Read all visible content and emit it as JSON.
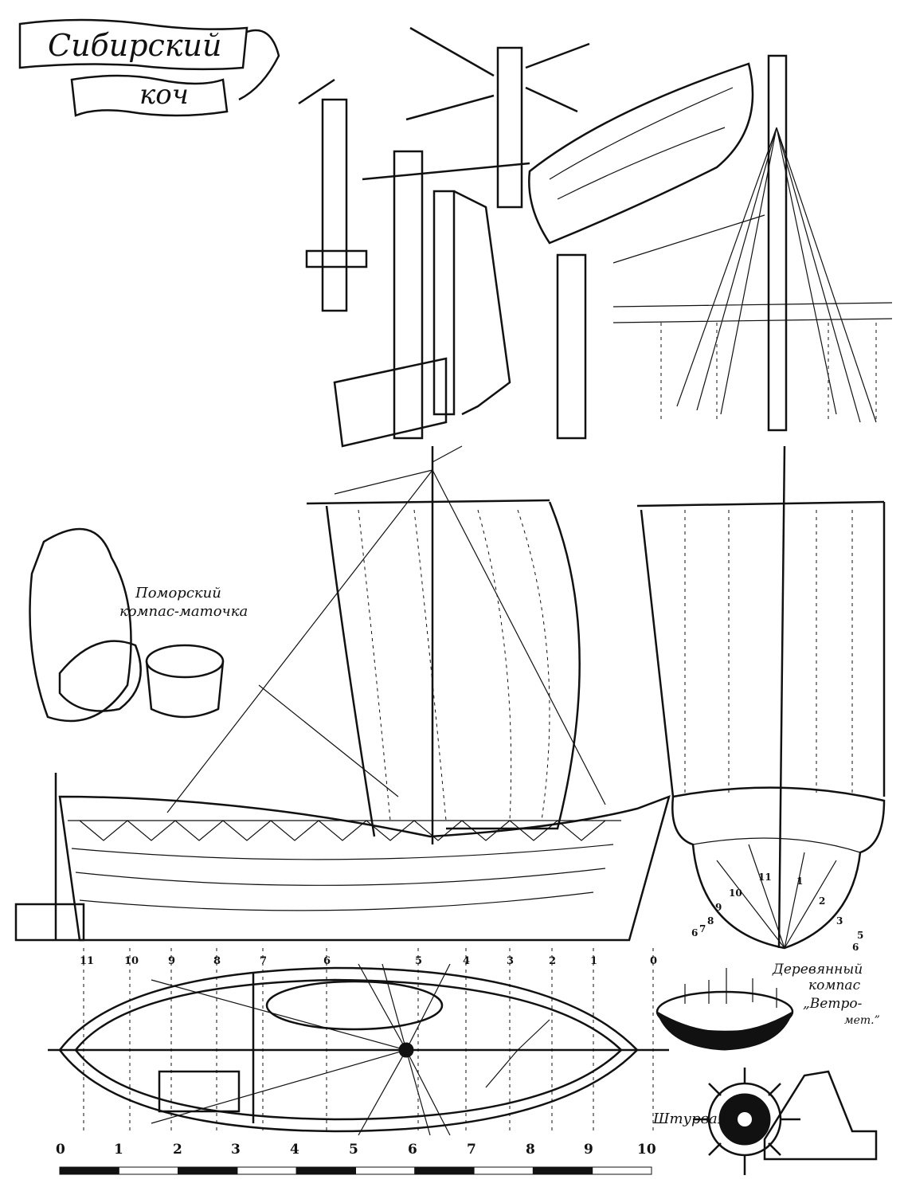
{
  "title": {
    "line1": "Сибирский",
    "line2": "коч"
  },
  "labels": {
    "pomor_compass_line1": "Поморский",
    "pomor_compass_line2": "компас-маточка",
    "wooden_compass_line1": "Деревянный",
    "wooden_compass_line2": "компас",
    "wooden_compass_line3": "„Ветро-",
    "wooden_compass_line4": "мет.”",
    "helm": "Штурвал"
  },
  "stations": [
    "11",
    "10",
    "9",
    "8",
    "7",
    "6",
    "5",
    "4",
    "3",
    "2",
    "1",
    "0"
  ],
  "frames": [
    "1",
    "2",
    "3",
    "5",
    "6",
    "6",
    "7",
    "8",
    "9",
    "10",
    "11"
  ],
  "scale": [
    "0",
    "1",
    "2",
    "3",
    "4",
    "5",
    "6",
    "7",
    "8",
    "9",
    "10"
  ]
}
